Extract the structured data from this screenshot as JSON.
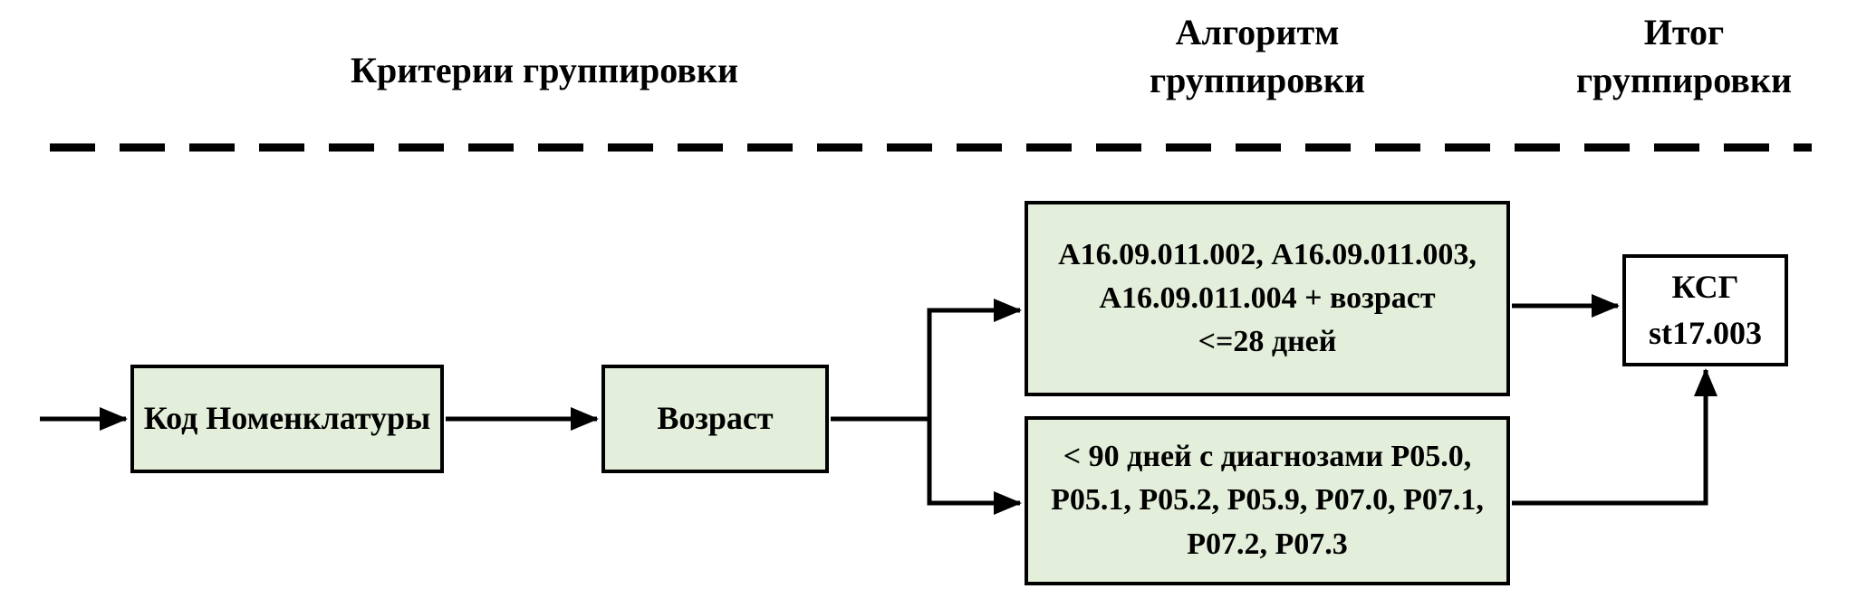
{
  "headers": {
    "criteria": "Критерии группировки",
    "algorithm": "Алгоритм\nгруппировки",
    "result": "Итог\nгруппировки"
  },
  "nodes": {
    "nomenclature": {
      "label": "Код Номенклатуры"
    },
    "age": {
      "label": "Возраст"
    },
    "algo_top": {
      "label": "А16.09.011.002, А16.09.011.003,\nА16.09.011.004 + возраст\n<=28 дней"
    },
    "algo_bottom": {
      "label": "< 90 дней с диагнозами Р05.0,\nР05.1, Р05.2, Р05.9, Р07.0, Р07.1,\nР07.2, Р07.3"
    },
    "result": {
      "label": "КСГ\nst17.003"
    }
  },
  "colors": {
    "node_fill": "#e3efda",
    "node_border": "#000000",
    "line": "#000000"
  }
}
